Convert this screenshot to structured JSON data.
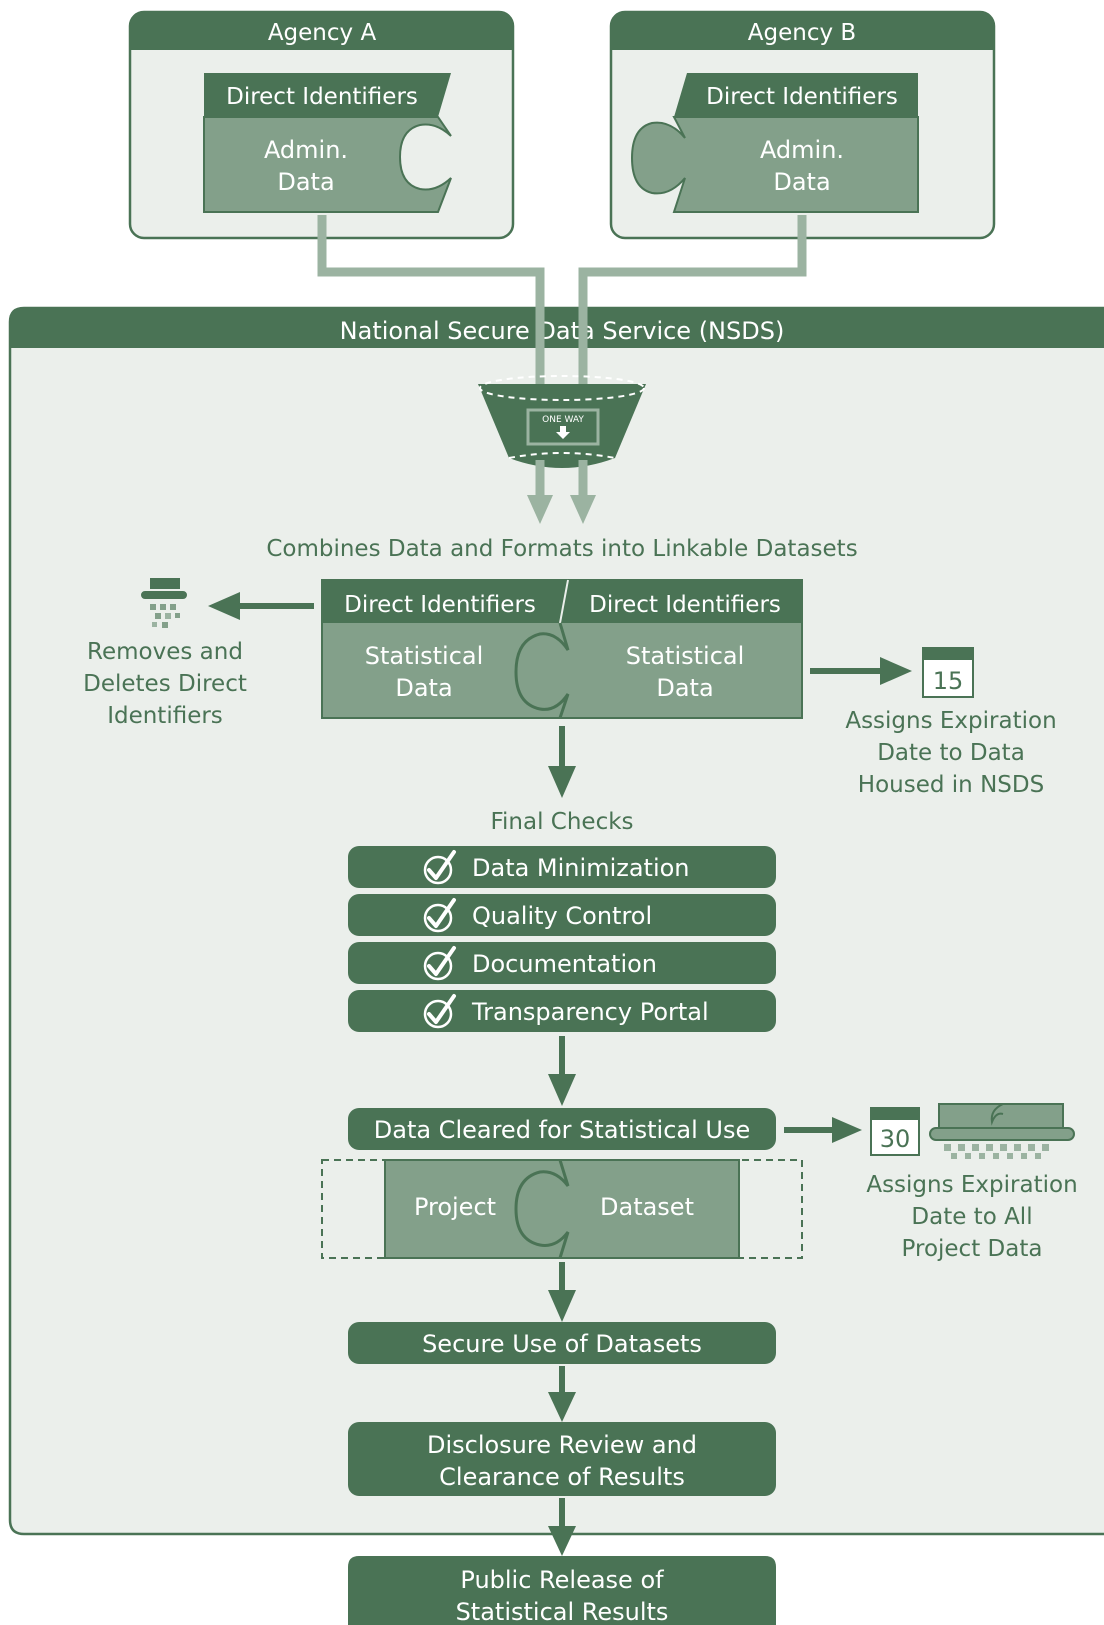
{
  "colors": {
    "dark_green": "#4a7355",
    "mid_green": "#83a08a",
    "light_bg": "#ebefeb",
    "pipe": "#9bb3a1",
    "white": "#ffffff"
  },
  "agency_a": {
    "title": "Agency A",
    "identifiers": "Direct Identifiers",
    "data_line1": "Admin.",
    "data_line2": "Data"
  },
  "agency_b": {
    "title": "Agency B",
    "identifiers": "Direct Identifiers",
    "data_line1": "Admin.",
    "data_line2": "Data"
  },
  "nsds": {
    "title": "National Secure Data Service (NSDS)",
    "funnel_sign": "ONE WAY",
    "combine_text": "Combines Data and Formats into Linkable Datasets",
    "linked_left_identifiers": "Direct Identifiers",
    "linked_right_identifiers": "Direct Identifiers",
    "linked_left_line1": "Statistical",
    "linked_left_line2": "Data",
    "linked_right_line1": "Statistical",
    "linked_right_line2": "Data",
    "removes_lines": [
      "Removes and",
      "Deletes Direct",
      "Identifiers"
    ],
    "calendar_15": "15",
    "assigns1_lines": [
      "Assigns Expiration",
      "Date to Data",
      "Housed in NSDS"
    ],
    "final_checks_title": "Final Checks",
    "checks": [
      "Data Minimization",
      "Quality Control",
      "Documentation",
      "Transparency Portal"
    ],
    "cleared": "Data Cleared for Statistical Use",
    "project": "Project",
    "dataset": "Dataset",
    "calendar_30": "30",
    "assigns2_lines": [
      "Assigns Expiration",
      "Date to All",
      "Project Data"
    ],
    "secure_use": "Secure Use of Datasets",
    "disclosure_lines": [
      "Disclosure Review and",
      "Clearance of Results"
    ]
  },
  "public_release_lines": [
    "Public Release of",
    "Statistical Results"
  ]
}
